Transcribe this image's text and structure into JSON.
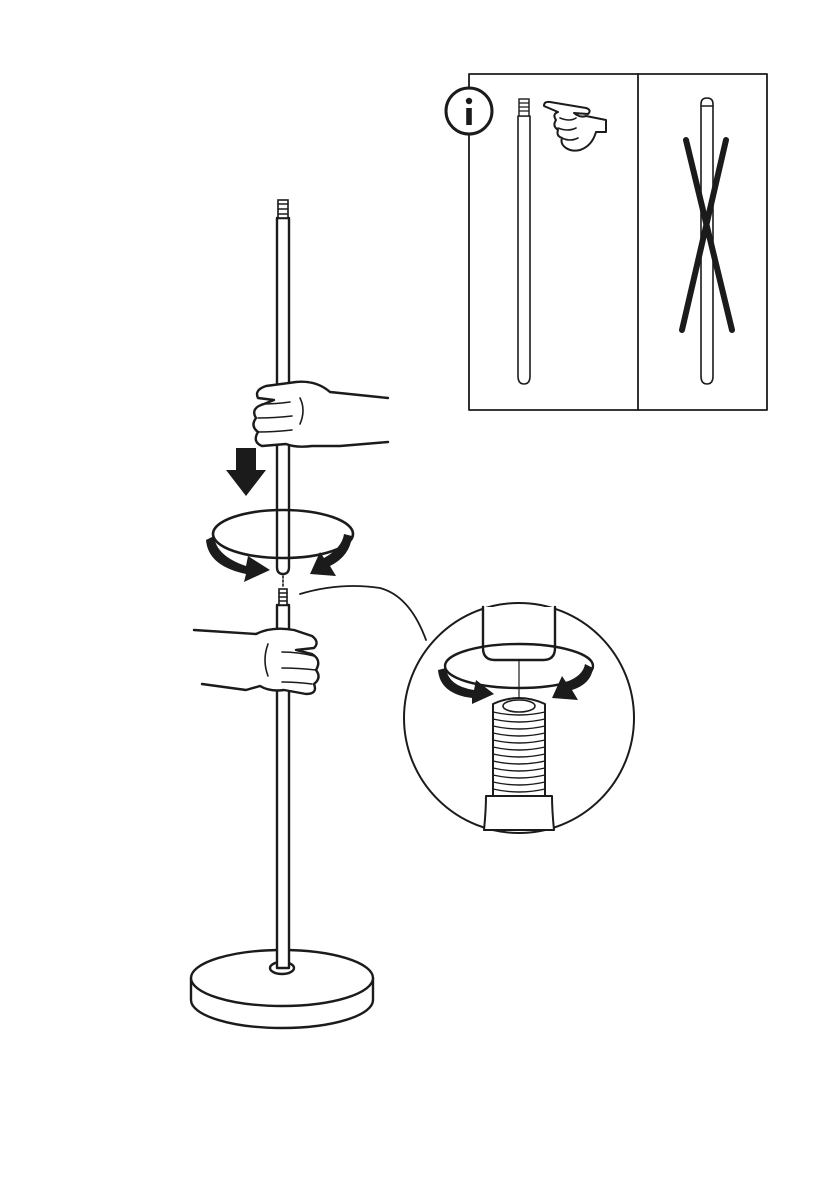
{
  "page": {
    "background": "#ffffff",
    "ink": "#1b1b1b"
  },
  "info_panel": {
    "icon": "info-icon",
    "correct_example": {
      "icon": "pointing-hand-icon",
      "meaning": "ok"
    },
    "incorrect_example": {
      "icon": "cross-out-icon",
      "meaning": "not-ok"
    }
  },
  "assembly": {
    "parts": [
      "upper-tube",
      "lower-tube",
      "round-base"
    ],
    "motion_icons": [
      "down-arrow-icon",
      "rotate-arrow-icon"
    ],
    "detail_view": {
      "icon": "magnify-detail",
      "motion_icon": "rotate-arrow-icon"
    }
  }
}
